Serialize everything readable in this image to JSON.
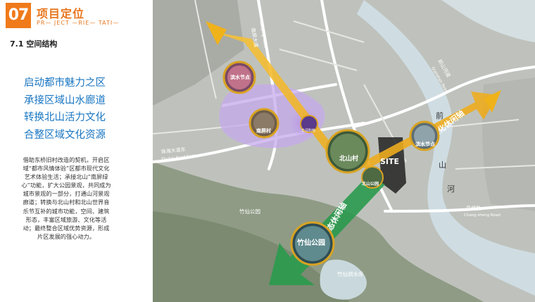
{
  "header": {
    "number": "07",
    "title": "项目定位",
    "subtitle": "PR— JECT —RIE— TATI—"
  },
  "section": {
    "label": "7.1 空间结构"
  },
  "themes": [
    "启动都市魅力之区",
    "承接区域山水廊道",
    "转换北山活力文化",
    "合整区域文化资源"
  ],
  "description": "借助东桥旧村改造的契机，开启区域“都市风情体验”区都市现代文化艺术体验生活；承接北山“南屏绿心”功能，扩大公园景观，共同成为城市景观的一部分，打通山河景观廊道；转换与北山村和北山世界音乐节互补的城市功能，空间、建筑形态，丰富区域旅游、文化等活动；最终整合区域优势资源，形成片区发展的强心动力。",
  "map": {
    "roads": [
      {
        "label": "南屏大道",
        "sub": "Nanping Road"
      },
      {
        "label": "珠海大道东",
        "sub": "Zhuhai Road East"
      },
      {
        "label": "前山河道",
        "sub": "Qianshan Road"
      },
      {
        "label": "昌盛路",
        "sub": "Chang sheng Road"
      }
    ],
    "river_chars": [
      "前",
      "山",
      "河"
    ],
    "areas": [
      "竹仙公园",
      "竹仙洞水库"
    ],
    "nodes": [
      {
        "label": "滨水节点"
      },
      {
        "label": "南屏村"
      },
      {
        "label": "华润购物"
      },
      {
        "label": "北山村"
      },
      {
        "label": "北山公园"
      },
      {
        "label": "滨水节点"
      },
      {
        "label": "竹仙公园"
      }
    ],
    "site_label": "SITE",
    "axes": [
      "文化休闲轴",
      "生态休闲轴"
    ],
    "colors": {
      "culture_axis": "#f0b21a",
      "eco_axis": "#2a9a4e",
      "accent": "#f07a1a",
      "node_ring": "#d9a322"
    }
  }
}
